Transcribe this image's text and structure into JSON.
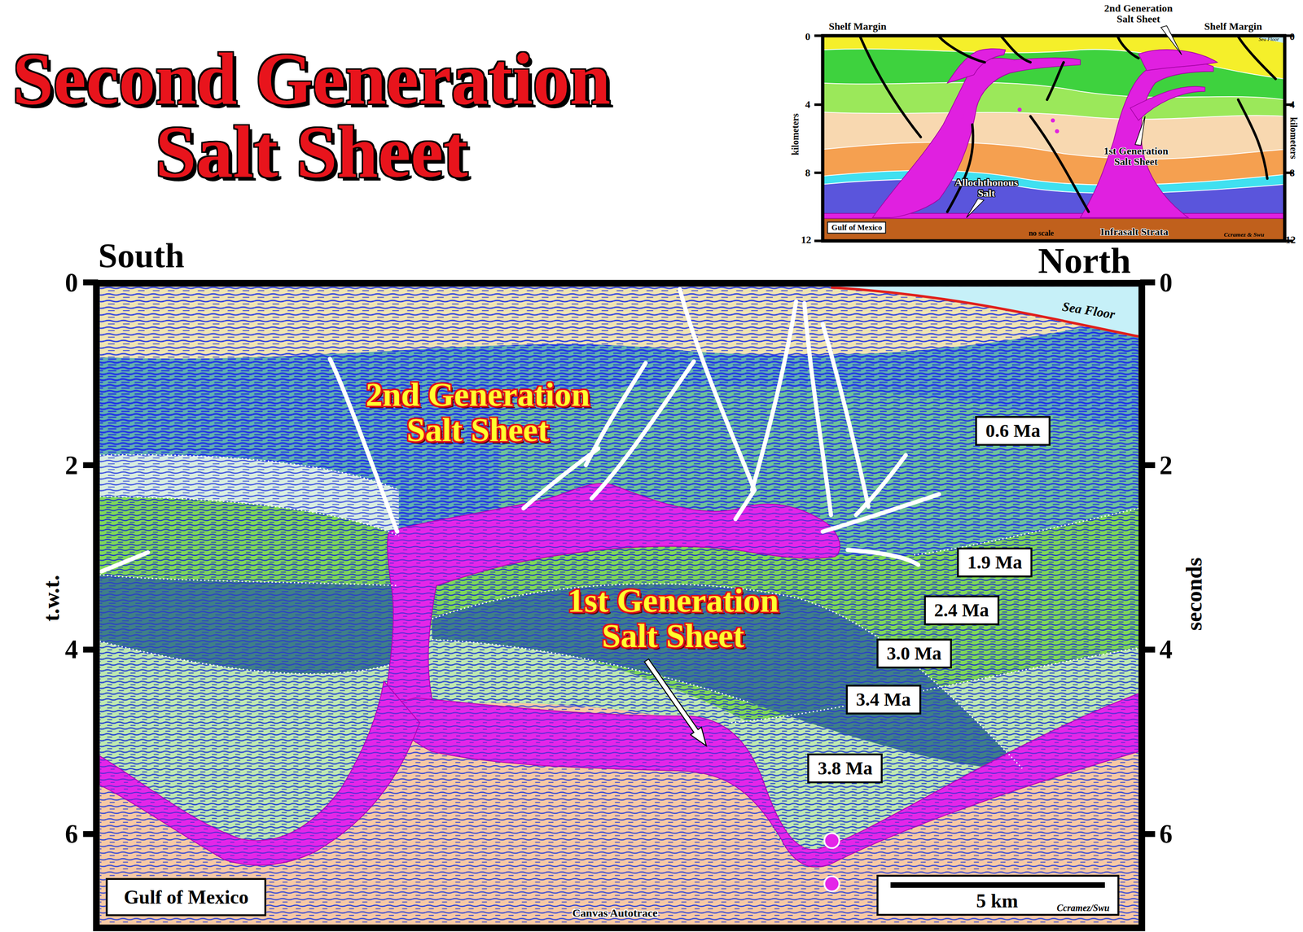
{
  "diagram": {
    "title": "Second Generation Salt Sheet",
    "nodes": [
      {
        "text": [
          "Gulf of Mexico"
        ]
      },
      {
        "text": [
          "0.6 Ma"
        ]
      },
      {
        "text": [
          "1.9 Ma"
        ]
      },
      {
        "text": [
          "2.4 Ma"
        ]
      },
      {
        "text": [
          "3.0 Ma"
        ]
      },
      {
        "text": [
          "3.4 Ma"
        ]
      },
      {
        "text": [
          "3.8 Ma"
        ]
      },
      {
        "text": [
          "Gulf of Mexico"
        ]
      },
      {
        "text": [
          "5 km",
          "Ccramez/Swu"
        ]
      }
    ],
    "labels": [
      "Shelf Margin",
      "2nd Generation Salt Sheet",
      "Shelf Margin",
      "0",
      "4",
      "8",
      "12",
      "0",
      "4",
      "8",
      "12",
      "kilometers",
      "kilometers",
      "Sea Floor",
      "1st Generation Salt Sheet",
      "Allochthonous Salt",
      "no scale",
      "Infrasalt Strata",
      "Ccramez & Swu",
      "South",
      "North",
      "0",
      "2",
      "4",
      "6",
      "0",
      "2",
      "4",
      "6",
      "t.w.t.",
      "seconds",
      "Sea Floor",
      "2nd Generation Salt Sheet",
      "1st Generation Salt Sheet",
      "Canvas Autotrace"
    ]
  }
}
